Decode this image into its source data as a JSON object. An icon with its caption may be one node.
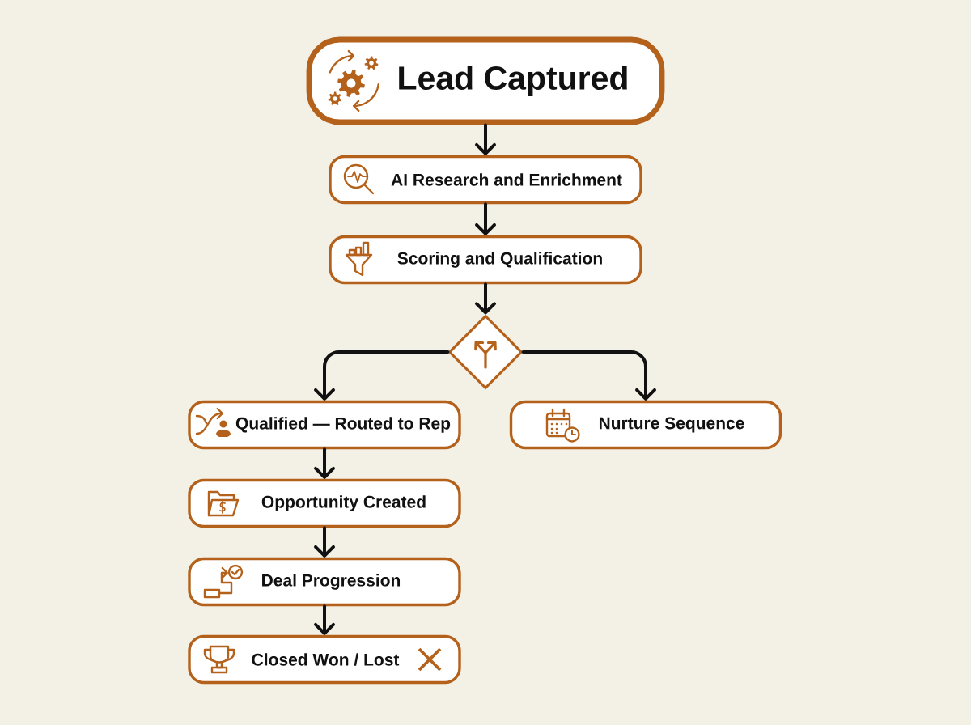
{
  "diagram": {
    "nodes": [
      {
        "text": [
          "Lead Captured"
        ]
      },
      {
        "text": [
          "AI Research and Enrichment"
        ]
      },
      {
        "text": [
          "Scoring and Qualification"
        ]
      },
      {
        "text": [],
        "shape": "diamond"
      },
      {
        "text": [
          "Qualified — Routed to Rep"
        ]
      },
      {
        "text": [
          "Nurture Sequence"
        ]
      },
      {
        "text": [
          "Opportunity Created"
        ]
      },
      {
        "text": [
          "Deal Progression"
        ]
      },
      {
        "text": [
          "Closed Won / Lost"
        ]
      }
    ],
    "edges": [
      {
        "from": 0,
        "to": 1,
        "arrow": "to"
      },
      {
        "from": 1,
        "to": 2,
        "arrow": "to"
      },
      {
        "from": 2,
        "to": 3,
        "arrow": "to"
      },
      {
        "from": 3,
        "to": 4,
        "arrow": "to"
      },
      {
        "from": 3,
        "to": 5,
        "arrow": "to"
      },
      {
        "from": 4,
        "to": 6,
        "arrow": "to"
      },
      {
        "from": 6,
        "to": 7,
        "arrow": "to"
      },
      {
        "from": 7,
        "to": 8,
        "arrow": "to"
      }
    ]
  }
}
